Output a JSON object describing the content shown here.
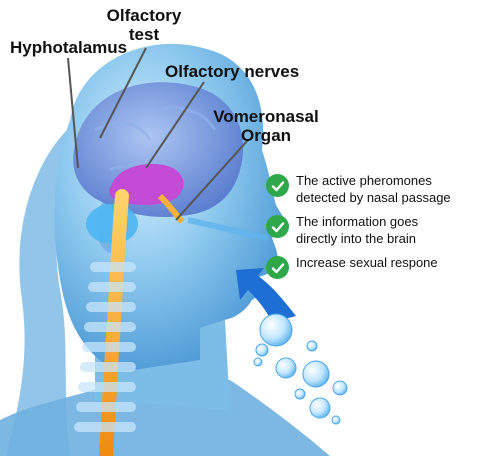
{
  "labels": {
    "olfactory_test": "Olfactory\ntest",
    "hypothalamus": "Hyphotalamus",
    "olfactory_nerves": "Olfactory nerves",
    "vomeronasal": "Vomeronasal\nOrgan"
  },
  "checklist": [
    {
      "text": "The active pheromones\ndetected by nasal passage"
    },
    {
      "text": "The information goes\ndirectly into the brain"
    },
    {
      "text": "Increase sexual respone"
    }
  ],
  "colors": {
    "head": "#8ec9ee",
    "brain": "#6f95d8",
    "hypothalamus": "#c44bd6",
    "spine": "#f3a21b",
    "arrow": "#1e6fd3",
    "check": "#2fa84a"
  }
}
